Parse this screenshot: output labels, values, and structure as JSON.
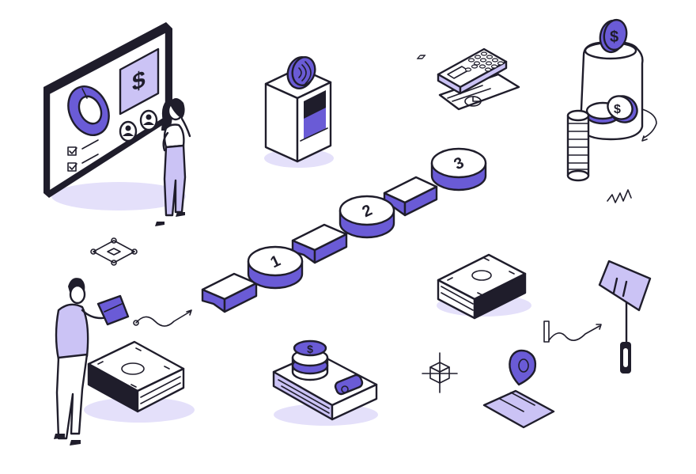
{
  "illustration": {
    "step_labels": [
      "1",
      "2",
      "3"
    ],
    "currency_symbol": "$",
    "colors": {
      "accent": "#6a5bd6",
      "accent_light": "#cbc3f5",
      "shadow": "#e4e0fa",
      "ink": "#1f1d2b",
      "paper": "#ffffff"
    },
    "icons": [
      "dashboard-board-icon",
      "woman-presenting-icon",
      "atm-machine-icon",
      "calculator-icon",
      "savings-jar-icon",
      "coin-stack-icon",
      "step-path-icon",
      "banknote-stack-icon",
      "man-with-tablet-icon",
      "wallet-icon",
      "map-pin-icon",
      "sign-post-icon",
      "zigzag-line-icon",
      "dotted-arrow-icon",
      "diamond-node-icon",
      "cube-node-icon"
    ]
  }
}
